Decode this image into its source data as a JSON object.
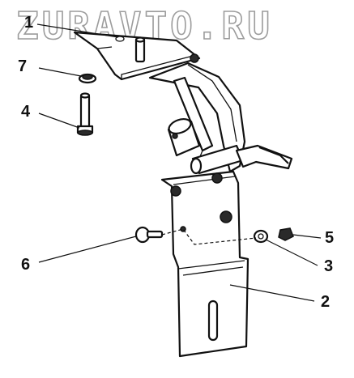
{
  "watermark": "ZURAVTO.RU",
  "callouts": [
    {
      "id": "1",
      "label": "1"
    },
    {
      "id": "2",
      "label": "2"
    },
    {
      "id": "3",
      "label": "3"
    },
    {
      "id": "4",
      "label": "4"
    },
    {
      "id": "5",
      "label": "5"
    },
    {
      "id": "6",
      "label": "6"
    },
    {
      "id": "7",
      "label": "7"
    }
  ]
}
